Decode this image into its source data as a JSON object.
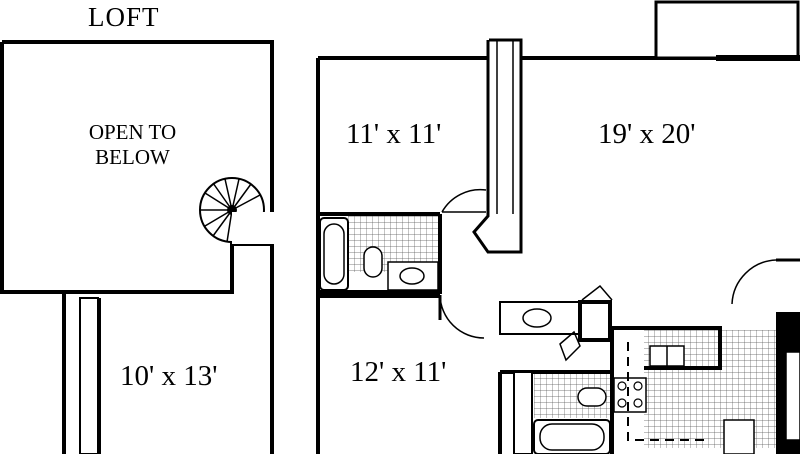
{
  "loft": {
    "title": "LOFT",
    "open_to_below_line1": "OPEN TO",
    "open_to_below_line2": "BELOW",
    "room_dims": "10' x 13'"
  },
  "main": {
    "bedroom_1_dims": "11' x 11'",
    "living_dims": "19' x 20'",
    "bedroom_2_dims": "12' x 11'"
  }
}
